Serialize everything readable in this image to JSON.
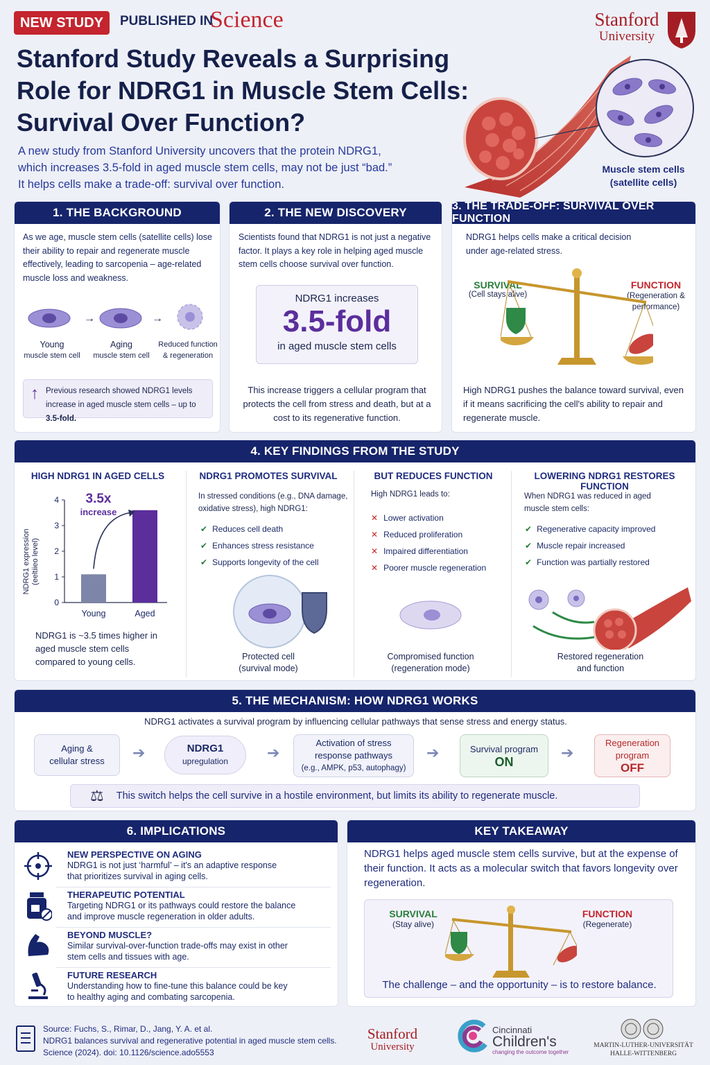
{
  "header": {
    "badge": "NEW STUDY",
    "published_in": "PUBLISHED IN",
    "journal": "Science",
    "logo_line1": "Stanford",
    "logo_line2": "University"
  },
  "title": {
    "line1": "Stanford Study Reveals a Surprising",
    "line2": "Role for NDRG1 in Muscle Stem Cells:",
    "line3": "Survival Over Function?"
  },
  "intro": {
    "line1": "A new study from Stanford University uncovers that the protein NDRG1,",
    "line2": "which increases 3.5-fold in aged muscle stem cells, may not be just “bad.”",
    "line3": "It helps cells make a trade-off: survival over function."
  },
  "hero": {
    "caption1": "Muscle stem cells",
    "caption2": "(satellite cells)"
  },
  "s1": {
    "title": "1. THE BACKGROUND",
    "body": "As we age, muscle stem cells (satellite cells) lose their ability to repair and regenerate muscle effectively, leading to sarcopenia – age-related muscle loss and weakness.",
    "c1a": "Young",
    "c1b": "muscle stem cell",
    "c2a": "Aging",
    "c2b": "muscle stem cell",
    "c3a": "Reduced function",
    "c3b": "& regeneration",
    "note": "Previous research showed NDRG1 levels increase in aged muscle stem cells – up to",
    "note_bold": "3.5-fold."
  },
  "s2": {
    "title": "2. THE NEW DISCOVERY",
    "body": "Scientists found that NDRG1 is not just a negative factor. It plays a key role in helping aged muscle stem cells choose survival over function.",
    "box_top": "NDRG1 increases",
    "box_big": "3.5-fold",
    "box_bottom": "in aged muscle stem cells",
    "footer": "This increase triggers a cellular program that protects the cell from stress and death, but at a cost to its regenerative function."
  },
  "s3": {
    "title": "3. THE TRADE-OFF: SURVIVAL OVER FUNCTION",
    "body": "NDRG1 helps cells make a critical decision under age-related stress.",
    "left_t": "SURVIVAL",
    "left_s": "(Cell stays alive)",
    "right_t": "FUNCTION",
    "right_s1": "(Regeneration &",
    "right_s2": "performance)",
    "footer": "High NDRG1 pushes the balance toward survival, even if it means sacrificing the cell's ability to repair and regenerate muscle."
  },
  "s4": {
    "title": "4. KEY FINDINGS FROM THE STUDY",
    "col1": {
      "title": "HIGH NDRG1 IN AGED CELLS",
      "ylabel1": "NDRG1 expression",
      "ylabel2": "(eeltiieo level)",
      "increase1": "3.5x",
      "increase2": "increase",
      "note": "NDRG1 is ~3.5 times higher in aged muscle stem cells compared to young cells."
    },
    "col2": {
      "title": "NDRG1 PROMOTES SURVIVAL",
      "intro": "In stressed conditions (e.g., DNA damage, oxidative stress), high NDRG1:",
      "items": [
        "Reduces cell death",
        "Enhances stress resistance",
        "Supports longevity of the cell"
      ],
      "cap1": "Protected cell",
      "cap2": "(survival mode)"
    },
    "col3": {
      "title": "BUT REDUCES FUNCTION",
      "intro": "High NDRG1 leads to:",
      "items": [
        "Lower activation",
        "Reduced proliferation",
        "Impaired differentiation",
        "Poorer muscle regeneration"
      ],
      "cap1": "Compromised function",
      "cap2": "(regeneration mode)"
    },
    "col4": {
      "title": "LOWERING NDRG1 RESTORES FUNCTION",
      "intro": "When NDRG1 was reduced in aged muscle stem cells:",
      "items": [
        "Regenerative capacity improved",
        "Muscle repair increased",
        "Function was partially restored"
      ],
      "cap1": "Restored regeneration",
      "cap2": "and function"
    }
  },
  "chart_data": {
    "type": "bar",
    "categories": [
      "Young",
      "Aged"
    ],
    "values": [
      1.1,
      3.6
    ],
    "ylabel": "NDRG1 expression (eeltiieo level)",
    "ylim": [
      0,
      4
    ],
    "yticks": [
      "0",
      "1",
      "2",
      "3",
      "4"
    ],
    "grid": false,
    "annotation": "3.5x increase",
    "colors": [
      "#7d86a8",
      "#5b2e9c"
    ]
  },
  "s5": {
    "title": "5. THE MECHANISM: HOW NDRG1 WORKS",
    "intro": "NDRG1 activates a survival program by influencing cellular pathways that sense stress and energy status.",
    "step1a": "Aging &",
    "step1b": "cellular stress",
    "step2a": "NDRG1",
    "step2b": "upregulation",
    "step3a": "Activation of stress",
    "step3b": "response pathways",
    "step3c": "(e.g., AMPK, p53, autophagy)",
    "step4a": "Survival program",
    "step4b": "ON",
    "step5a": "Regeneration",
    "step5b": "program",
    "step5c": "OFF",
    "footer": "This switch helps the cell survive in a hostile environment, but limits its ability to regenerate muscle."
  },
  "s6": {
    "title": "6. IMPLICATIONS",
    "items": [
      {
        "t": "NEW PERSPECTIVE ON AGING",
        "d1": "NDRG1 is not just ‘harmful’ – it's an adaptive response",
        "d2": "that prioritizes survival in aging cells."
      },
      {
        "t": "THERAPEUTIC POTENTIAL",
        "d1": "Targeting NDRG1 or its pathways could restore the balance",
        "d2": "and improve muscle regeneration in older adults."
      },
      {
        "t": "BEYOND MUSCLE?",
        "d1": "Similar survival-over-function trade-offs may exist in other",
        "d2": "stem cells and tissues with age."
      },
      {
        "t": "FUTURE RESEARCH",
        "d1": "Understanding how to fine-tune this balance could be key",
        "d2": "to healthy aging and combating sarcopenia."
      }
    ]
  },
  "s7": {
    "title": "KEY TAKEAWAY",
    "body": "NDRG1 helps aged muscle stem cells survive, but at the expense of their function. It acts as a molecular switch that favors longevity over regeneration.",
    "left_t": "SURVIVAL",
    "left_s": "(Stay alive)",
    "right_t": "FUNCTION",
    "right_s": "(Regenerate)",
    "footer": "The challenge – and the opportunity – is to restore balance."
  },
  "footer": {
    "line1": "Source: Fuchs, S., Rimar, D., Jang, Y. A. et al.",
    "line2": "NDRG1 balances survival and regenerative potential in aged muscle stem cells.",
    "line3": "Science (2024). doi: 10.1126/science.ado5553",
    "stan1": "Stanford",
    "stan2": "University",
    "cin1": "Cincinnati",
    "cin2": "Children's",
    "cin3": "changing the outcome together",
    "mlu1": "MARTIN-LUTHER-UNIVERSITÄT",
    "mlu2": "HALLE-WITTENBERG"
  }
}
